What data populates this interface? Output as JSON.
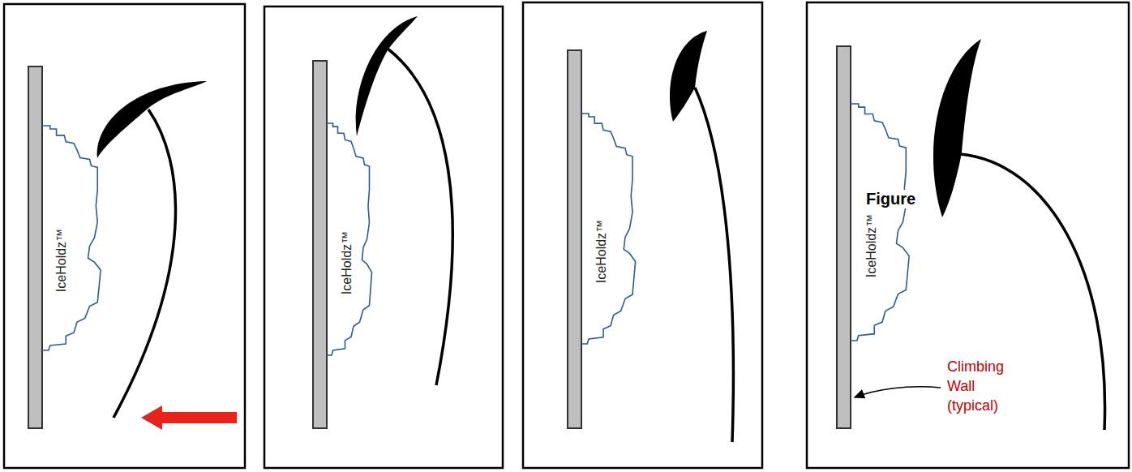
{
  "diagram": {
    "nodes": [
      {
        "text": [
          "IceHoldz™"
        ]
      },
      {
        "text": [
          "IceHoldz™"
        ]
      },
      {
        "text": [
          "IceHoldz™"
        ]
      },
      {
        "text": [
          "IceHoldz™"
        ]
      }
    ],
    "labels": [
      "Figure",
      "Climbing Wall (typical)"
    ]
  }
}
